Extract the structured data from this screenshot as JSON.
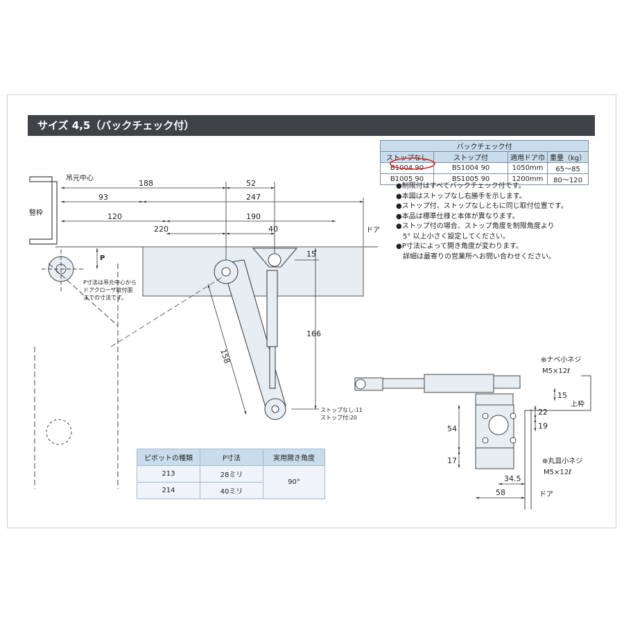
{
  "title": "サイズ 4,5（バックチェック付）",
  "spec_table": {
    "group_header": "バックチェック付",
    "headers": [
      "ストップなし",
      "ストップ付",
      "適用ドア巾",
      "重量（kg）"
    ],
    "rows": [
      [
        "B1004 90",
        "BS1004 90",
        "1050mm",
        "65〜85"
      ],
      [
        "B1005 90",
        "BS1005 90",
        "1200mm",
        "80〜120"
      ]
    ]
  },
  "notes": [
    "●制限付はすべてバックチェック付です。",
    "●本図はストップなし右勝手を示します。",
    "●ストップ付、ストップなしともに同じ取付位置です。",
    "●本品は標準仕様と本体が異なります。",
    "●ストップ付の場合、ストップ角度を制限角度より",
    "　5° 以上小さく設定してください。",
    "●P寸法によって開き角度が変わります。",
    "　詳細は最寄りの営業所へお問い合わせください。"
  ],
  "labels": {
    "hinge_center": "吊元中心",
    "vertical_frame": "竪枠",
    "door": "ドア",
    "door2": "ドア",
    "upper_frame": "上枠",
    "p_label": "P",
    "p_note": [
      "P寸法は吊元中心から",
      "ドアクローザ取付面",
      "までの寸法です。"
    ],
    "stop_note": [
      "ストップなし:11",
      "ストップ付:20"
    ],
    "screw_top": [
      "⊕ナベ小ネジ",
      "M5×12ℓ"
    ],
    "screw_bottom": [
      "⊕丸皿小ネジ",
      "M5×12ℓ"
    ]
  },
  "dimensions": {
    "d188": "188",
    "d52": "52",
    "d93": "93",
    "d247": "247",
    "d120": "120",
    "d190": "190",
    "d220": "220",
    "d40": "40",
    "d15": "15",
    "d166": "166",
    "d158": "158",
    "d15b": "15",
    "d22": "22",
    "d19": "19",
    "d54": "54",
    "d17": "17",
    "d34_5": "34.5",
    "d58": "58"
  },
  "pivot_table": {
    "headers": [
      "ピボットの種類",
      "P寸法",
      "実用開き角度"
    ],
    "rows": [
      [
        "213",
        "28ミリ"
      ],
      [
        "214",
        "40ミリ"
      ]
    ],
    "angle": "90°"
  },
  "colors": {
    "title_bg": "#3f4247",
    "table_header": "#c9dceb",
    "body_fill": "#e6edf3",
    "highlight_circle": "#e0201c"
  }
}
